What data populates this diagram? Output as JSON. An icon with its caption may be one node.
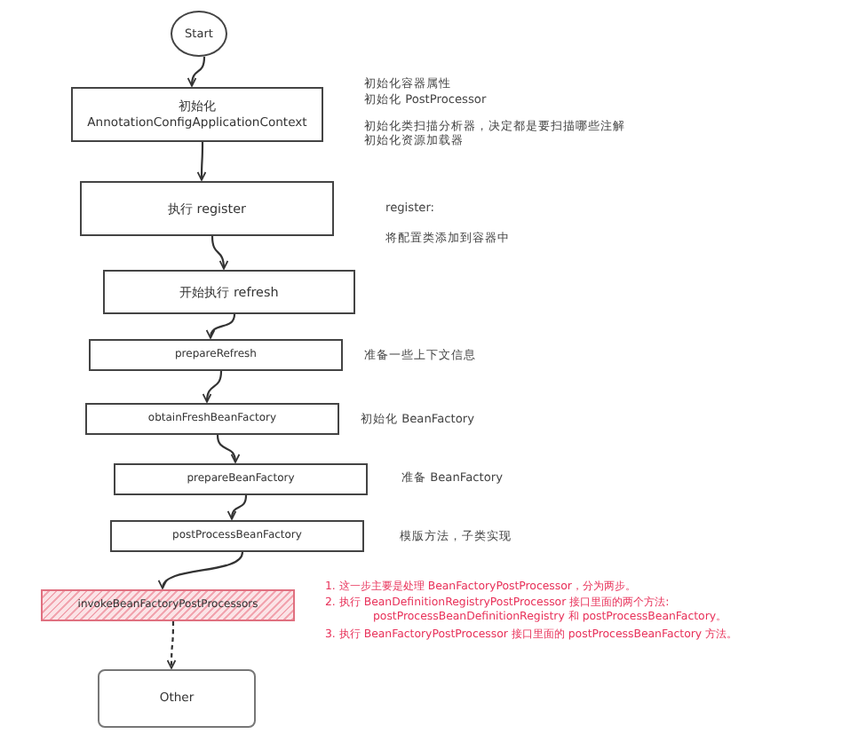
{
  "diagram": {
    "nodes": [
      {
        "text": [
          "Start"
        ]
      },
      {
        "text": [
          "初始化 AnnotationConfigApplicationContext"
        ],
        "beside": [
          "初始化容器属性",
          "初始化 PostProcessor",
          "初始化类扫描分析器，决定都是要扫描哪些注解",
          "初始化资源加载器"
        ]
      },
      {
        "text": [
          "执行 register"
        ],
        "beside": [
          "register:",
          "将配置类添加到容器中"
        ]
      },
      {
        "text": [
          "开始执行 refresh"
        ]
      },
      {
        "text": [
          "prepareRefresh"
        ],
        "beside": [
          "准备一些上下文信息"
        ]
      },
      {
        "text": [
          "obtainFreshBeanFactory"
        ],
        "beside": [
          "初始化 BeanFactory"
        ]
      },
      {
        "text": [
          "prepareBeanFactory"
        ],
        "beside": [
          "准备 BeanFactory"
        ]
      },
      {
        "text": [
          "postProcessBeanFactory"
        ],
        "beside": [
          "模版方法，子类实现"
        ]
      },
      {
        "text": [
          "invokeBeanFactoryPostProcessors"
        ],
        "beside": [
          "1. 这一步主要是处理 BeanFactoryPostProcessor，分为两步。",
          "2. 执行 BeanDefinitionRegistryPostProcessor 接口里面的两个方法: postProcessBeanDefinitionRegistry 和 postProcessBeanFactory。",
          "3. 执行 BeanFactoryPostProcessor 接口里面的 postProcessBeanFactory 方法。"
        ]
      },
      {
        "text": [
          "Other"
        ]
      }
    ],
    "edges": [
      {
        "from": 0,
        "to": 1,
        "arrow": "to"
      },
      {
        "from": 1,
        "to": 2,
        "arrow": "to"
      },
      {
        "from": 2,
        "to": 3,
        "arrow": "to"
      },
      {
        "from": 3,
        "to": 4,
        "arrow": "to"
      },
      {
        "from": 4,
        "to": 5,
        "arrow": "to"
      },
      {
        "from": 5,
        "to": 6,
        "arrow": "to"
      },
      {
        "from": 6,
        "to": 7,
        "arrow": "to"
      },
      {
        "from": 7,
        "to": 8,
        "arrow": "to"
      },
      {
        "from": 8,
        "to": 9,
        "arrow": "to",
        "style": "dashed"
      }
    ]
  }
}
